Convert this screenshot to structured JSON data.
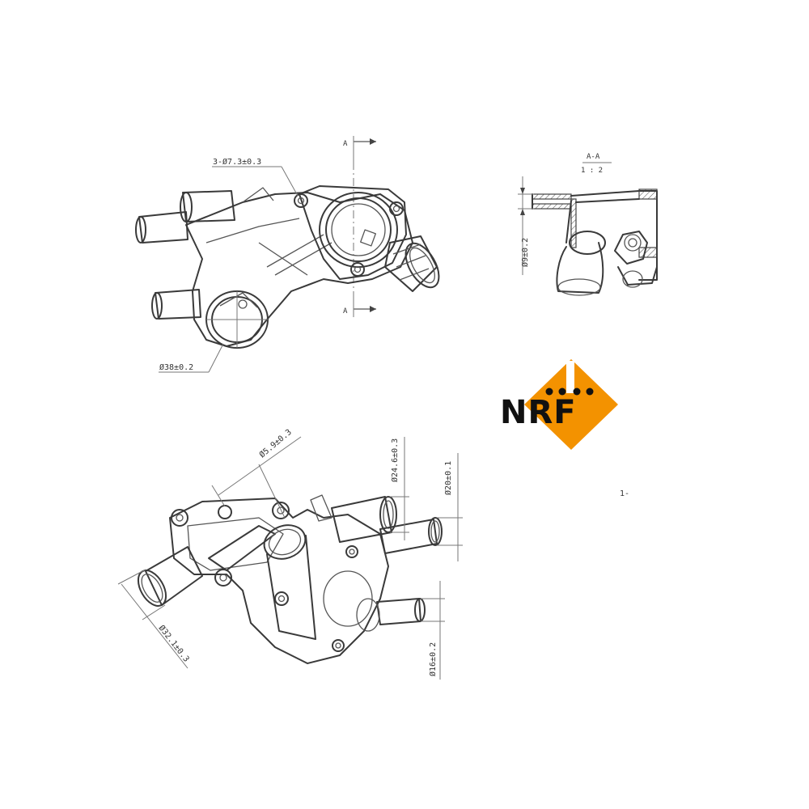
{
  "drawing": {
    "top_view": {
      "section_marker_top": "A",
      "section_marker_bottom": "A",
      "dim_bolt_holes": "3-Ø7.3±0.3",
      "dim_thermostat_bore": "Ø38±0.2"
    },
    "section_view": {
      "title": "A-A",
      "scale": "1 : 2",
      "dim_outlet": "Ø9±0.2"
    },
    "bottom_view": {
      "dim_flange": "Ø5.9±0.3",
      "dim_pipe_a": "Ø24.6±0.3",
      "dim_pipe_b": "Ø20±0.1",
      "dim_pipe_main": "Ø32.1±0.3",
      "dim_pipe_small": "Ø16±0.2"
    },
    "sheet_mark": "1-"
  },
  "brand": {
    "name": "NRF",
    "logo_color": "#f39200",
    "text_color": "#111111"
  },
  "icons": [
    "nrf-logo",
    "section-arrow"
  ]
}
